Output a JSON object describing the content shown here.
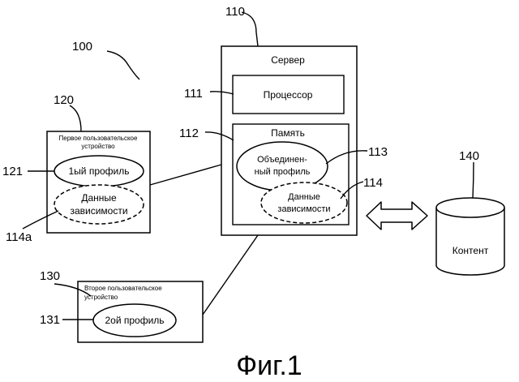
{
  "refs": {
    "system": "100",
    "server": "110",
    "processor": "111",
    "memory": "112",
    "combined_profile": "113",
    "dependency_data": "114",
    "dependency_data_a": "114a",
    "first_device": "120",
    "first_profile": "121",
    "second_device": "130",
    "second_profile": "131",
    "content": "140"
  },
  "server": {
    "title": "Сервер",
    "processor": "Процессор",
    "memory": "Память",
    "combined_profile": [
      "Объединен-",
      "ный профиль"
    ],
    "dependency_data": [
      "Данные",
      "зависимости"
    ]
  },
  "first_device": {
    "title": [
      "Первое пользовательское",
      "устройство"
    ],
    "profile": "1ый профиль",
    "dependency_data": [
      "Данные",
      "зависимости"
    ]
  },
  "second_device": {
    "title": [
      "Второе пользовательское",
      "устройство"
    ],
    "profile": "2ой профиль"
  },
  "content": {
    "label": "Контент"
  },
  "caption": "Фиг.1"
}
